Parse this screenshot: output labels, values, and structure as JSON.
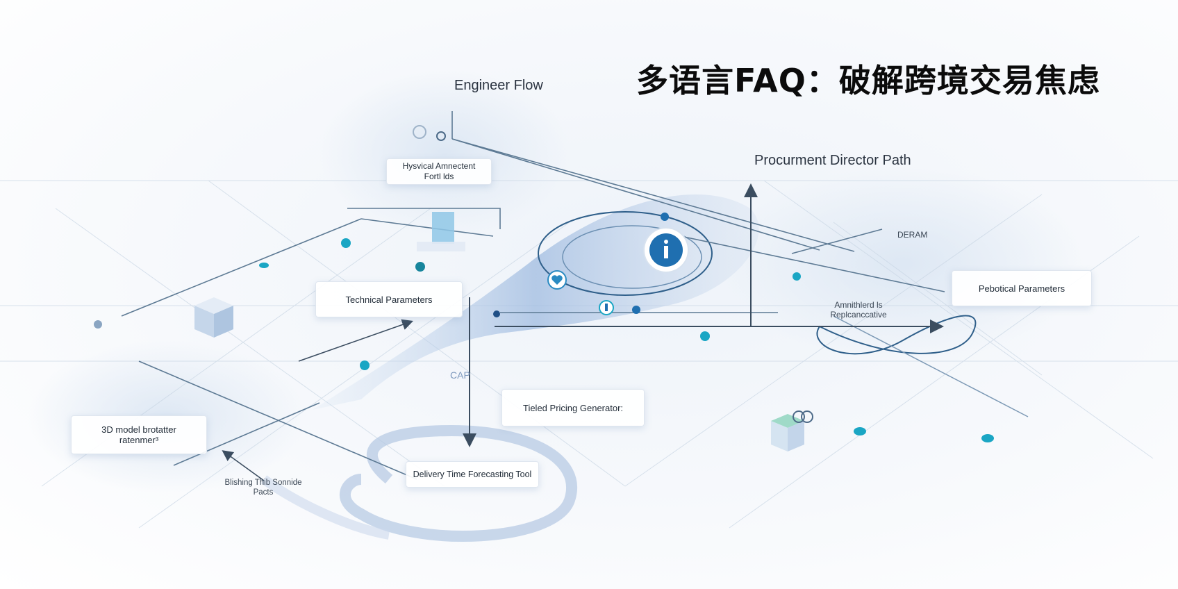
{
  "title": "多语言FAQ：破解跨境交易焦虑",
  "headings": {
    "engineer_flow": "Engineer Flow",
    "procurement_path": "Procurment Director Path"
  },
  "cards": {
    "hysvical": [
      "Hysvical Amnectent",
      "Fortl lds"
    ],
    "technical": "Technical Parameters",
    "pebotical": "Pebotical Parameters",
    "tieled": "Tieled Pricing Generator:",
    "model_3d": [
      "3D model brotatter",
      "ratenmer³"
    ],
    "delivery": "Delivery Time Forecasting Tool",
    "blishing": [
      "Blishing Thib Sonnide",
      "Pacts"
    ]
  },
  "annotations": {
    "deram": "DERAM",
    "amnt": [
      "Amnithlerd ls",
      "Replcanccative"
    ],
    "cap": "CAP"
  },
  "colors": {
    "accent_teal": "#1aa6c4",
    "accent_blue": "#1f6fb0",
    "line": "#5d7a94",
    "ribbon": "#b9cde6"
  }
}
